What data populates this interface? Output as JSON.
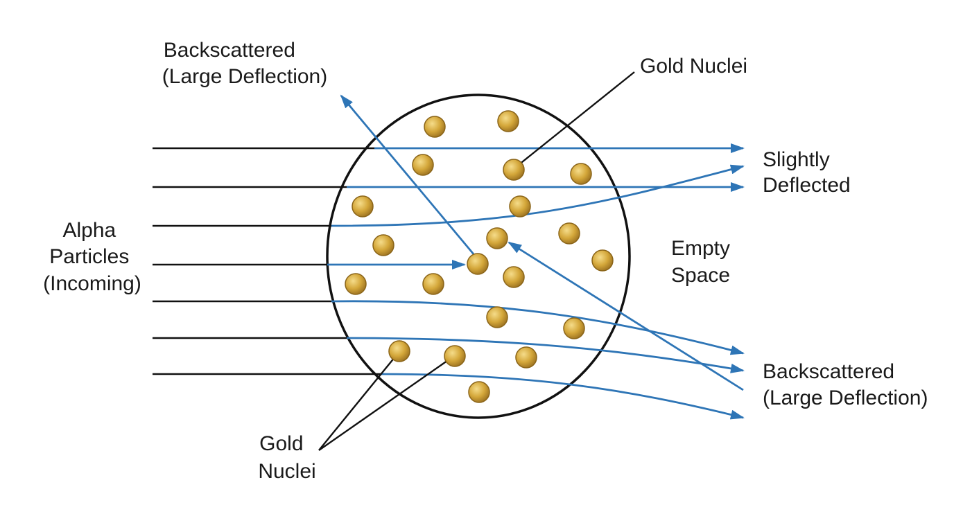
{
  "labels": {
    "alpha_particles": [
      "Alpha",
      "Particles",
      "(Incoming)"
    ],
    "backscattered_top": [
      "Backscattered",
      "(Large Deflection)"
    ],
    "gold_nuclei_top": [
      "Gold Nuclei"
    ],
    "slightly_deflected": [
      "Slightly",
      "Deflected"
    ],
    "empty_space": [
      "Empty",
      "Space"
    ],
    "backscattered_right": [
      "Backscattered",
      "(Large Deflection)"
    ],
    "gold_nuclei_bottom": [
      "Gold",
      "Nuclei"
    ]
  },
  "colors": {
    "particle_path": "#2e75b6",
    "incoming_line": "#111111",
    "outline": "#111111",
    "nucleus_fill": "#d4a73a",
    "nucleus_stroke": "#8a6418"
  }
}
